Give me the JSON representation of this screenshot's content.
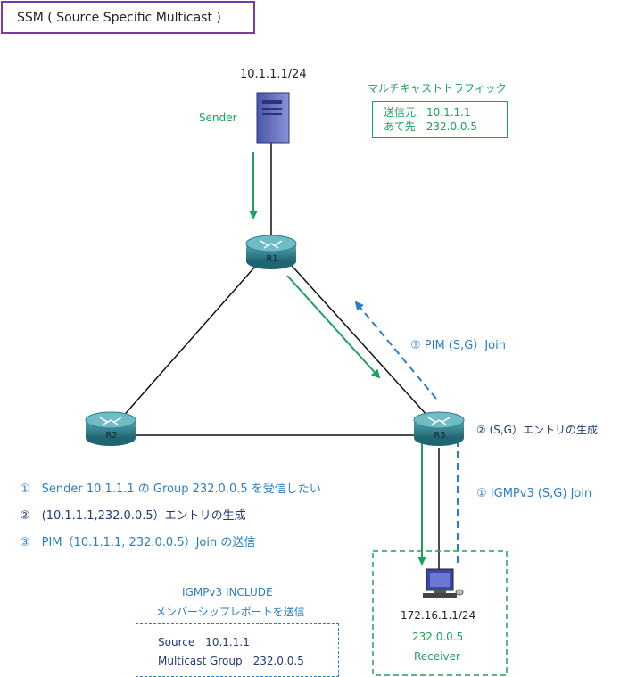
{
  "title": "SSM ( Source Specific Multicast )",
  "sender": {
    "ip": "10.1.1.1/24",
    "label": "Sender"
  },
  "traffic": {
    "heading": "マルチキャストトラフィック",
    "src": "送信元　10.1.1.1",
    "dst": "あて先　232.0.0.5"
  },
  "routers": {
    "r1": "R1",
    "r2": "R2",
    "r3": "R3"
  },
  "pim_join": "③ PIM (S,G）Join",
  "entry_create": "② (S,G）エントリの生成",
  "igmp_join": "① IGMPv3 (S,G) Join",
  "steps": [
    "①　Sender 10.1.1.1 の Group 232.0.0.5 を受信したい",
    "②　(10.1.1.1,232.0.0.5）エントリの生成",
    "③　PIM（10.1.1.1, 232.0.0.5）Join の送信"
  ],
  "report": {
    "heading1": "IGMPv3 INCLUDE",
    "heading2": "メンバーシップレポートを送信",
    "source": "Source　10.1.1.1",
    "group": "Multicast Group　232.0.0.5"
  },
  "receiver": {
    "ip": "172.16.1.1/24",
    "group": "232.0.0.5",
    "label": "Receiver"
  },
  "colors": {
    "green": "#1aa35a",
    "blue": "#2a7fc4",
    "purple": "#7a3aa6",
    "router": "#2f7f8c"
  }
}
